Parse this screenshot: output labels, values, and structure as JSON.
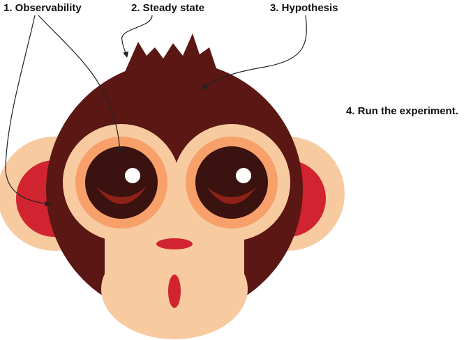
{
  "labels": {
    "observability": "1. Observability",
    "steady_state": "2. Steady state",
    "hypothesis": "3. Hypothesis",
    "run_experiment": "4. Run the experiment."
  },
  "colors": {
    "fur": "#5a1713",
    "face": "#f7caa0",
    "ear_inner": "#d12430",
    "eye_ring": "#f7a06a",
    "eye": "#3a1210",
    "eye_shine": "#8e2217",
    "mouth": "#d12430",
    "highlight": "#ffffff",
    "arrow": "#222222"
  }
}
